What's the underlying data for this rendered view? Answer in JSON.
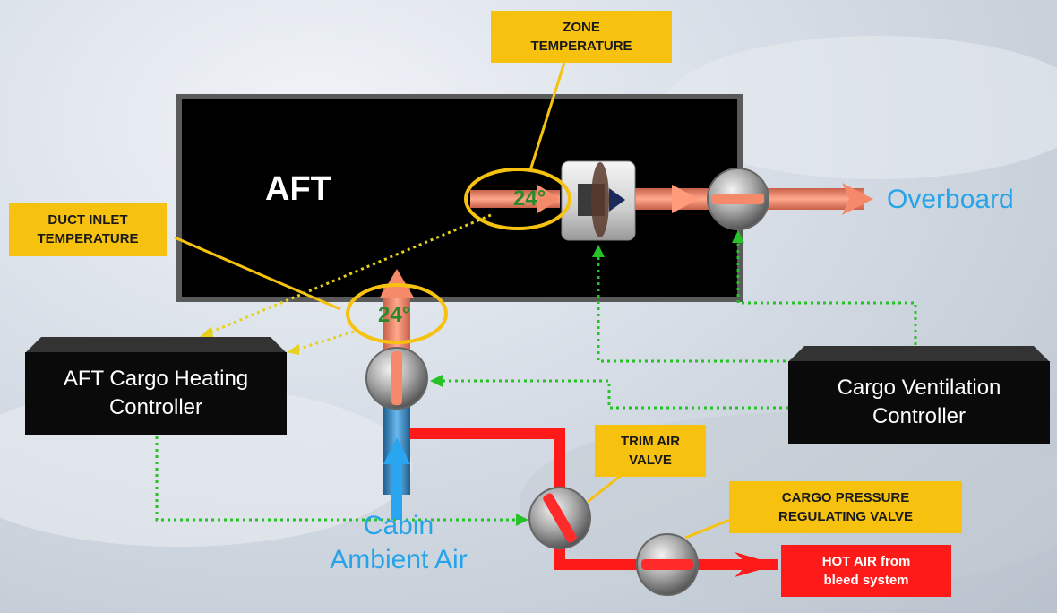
{
  "compartment": {
    "label": "AFT"
  },
  "callouts": {
    "zone_temperature": "ZONE\nTEMPERATURE",
    "duct_inlet_temperature": "DUCT INLET\nTEMPERATURE",
    "trim_air_valve": "TRIM AIR\nVALVE",
    "cargo_pressure_regulating_valve": "CARGO PRESSURE\nREGULATING VALVE",
    "hot_air": "HOT AIR from\nbleed system"
  },
  "readings": {
    "zone_temp": "24°",
    "duct_temp": "24°"
  },
  "controllers": {
    "heating": "AFT Cargo Heating\nController",
    "ventilation": "Cargo Ventilation\nController"
  },
  "labels": {
    "overboard": "Overboard",
    "cabin_air": "Cabin\nAmbient Air"
  },
  "colors": {
    "compartment_fill": "#000000",
    "callout_yellow": "#f6c20f",
    "hot_air_red": "#ff1a1a",
    "warm_air_salmon": "#f48a6a",
    "cold_air_blue": "#29a6ef",
    "signal_green": "#27c227",
    "sensor_yellow": "#e6d21a"
  },
  "icons": [
    "fan-icon",
    "valve-icon"
  ]
}
